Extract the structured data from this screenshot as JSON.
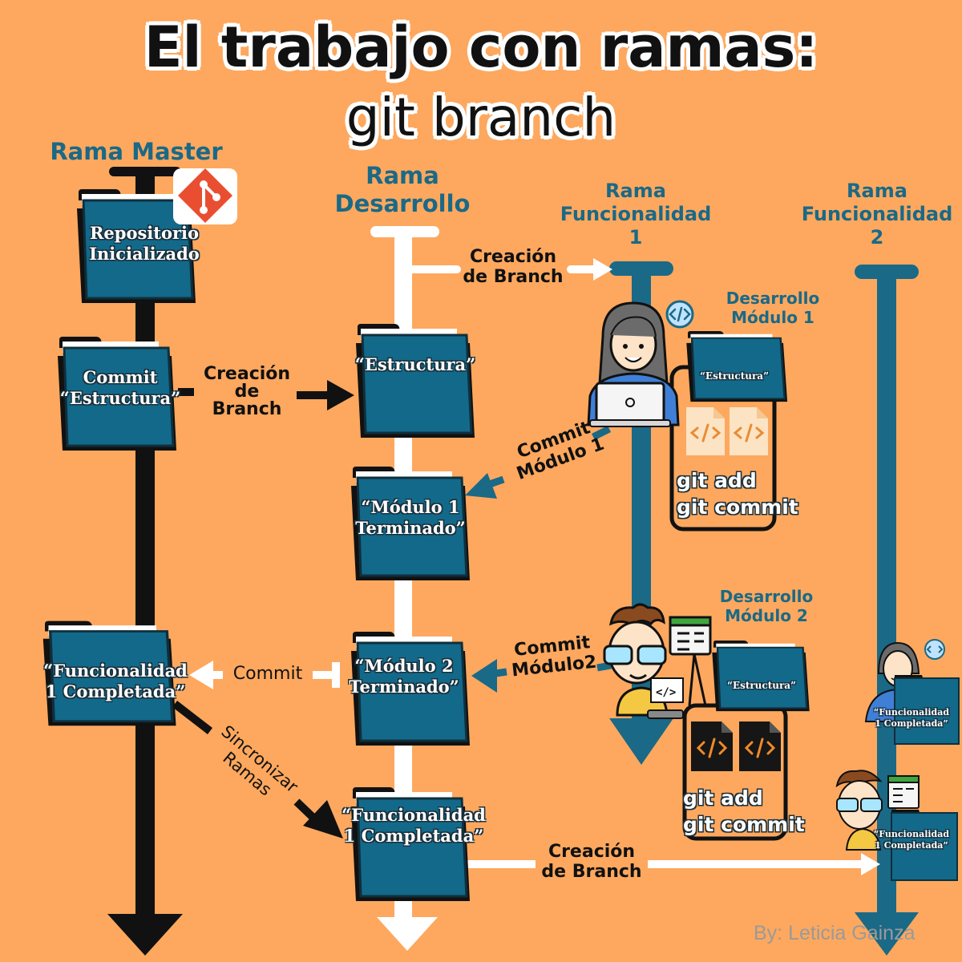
{
  "title": {
    "line1": "El trabajo con ramas:",
    "line2": "git branch"
  },
  "branches": {
    "master": "Rama Master",
    "desarrollo": [
      "Rama",
      "Desarrollo"
    ],
    "func1": [
      "Rama",
      "Funcionalidad",
      "1"
    ],
    "func2": [
      "Rama",
      "Funcionalidad",
      "2"
    ]
  },
  "folders": {
    "repo": [
      "Repositorio",
      "Inicializado"
    ],
    "commit_estructura": [
      "Commit",
      "“Estructura”"
    ],
    "func1_completada_master": [
      "“Funcionalidad",
      "1 Completada”"
    ],
    "estructura": "“Estructura”",
    "modulo1": [
      "“Módulo 1",
      "Terminado”"
    ],
    "modulo2": [
      "“Módulo 2",
      "Terminado”"
    ],
    "func1_completada_dev": [
      "“Funcionalidad",
      "1 Completada”"
    ],
    "f1_estructura_a": "“Estructura”",
    "f1_estructura_b": "“Estructura”",
    "f2_completada_a": [
      "“Funcionalidad",
      "1 Completada”"
    ],
    "f2_completada_b": [
      "“Funcionalidad",
      "1 Completada”"
    ]
  },
  "edges": {
    "creacion_branch_1": [
      "Creación",
      "de",
      "Branch"
    ],
    "creacion_branch_2": [
      "Creación",
      "de Branch"
    ],
    "commit_modulo1": [
      "Commit",
      "Módulo 1"
    ],
    "commit_modulo2": [
      "Commit",
      "Módulo2"
    ],
    "commit": "Commit",
    "sincronizar": [
      "Sincronizar",
      "Ramas"
    ],
    "creacion_branch_3": [
      "Creación",
      "de Branch"
    ]
  },
  "dev_tasks": {
    "modulo1": [
      "Desarrollo",
      "Módulo 1"
    ],
    "modulo2": [
      "Desarrollo",
      "Módulo 2"
    ]
  },
  "commands": {
    "block1": [
      "git add",
      "git commit"
    ],
    "block2": [
      "git add",
      "git commit"
    ]
  },
  "icons": {
    "git": "git-logo-icon",
    "code": "code-file-icon",
    "code_badge": "code-badge-icon",
    "developer_female": "developer-female-icon",
    "developer_male": "developer-male-icon",
    "laptop": "laptop-icon"
  },
  "colors": {
    "background": "#FDA85E",
    "master": "#111111",
    "desarrollo": "#FFFFFF",
    "feature": "#1A6987",
    "folder": "#13698A",
    "git_logo": "#E94E31"
  },
  "credit": "By: Leticia Gainza"
}
